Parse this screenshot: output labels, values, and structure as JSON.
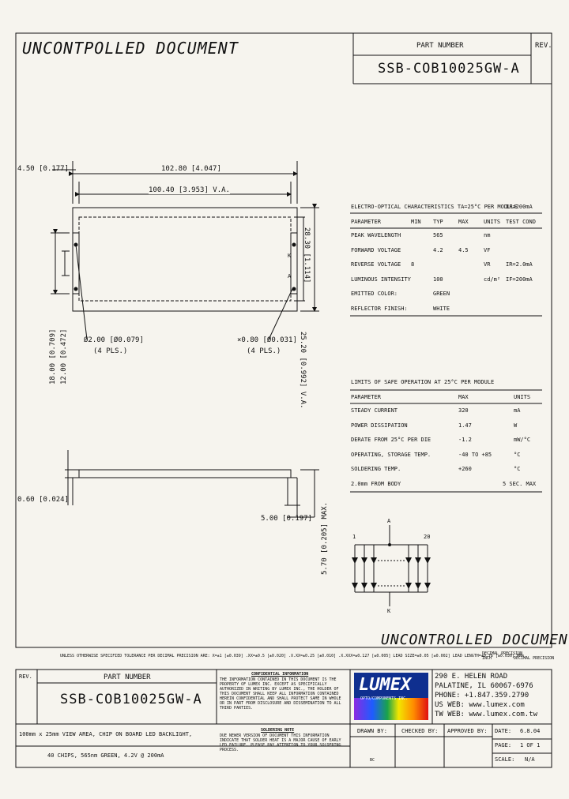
{
  "header": {
    "uncontrolled": "UNCONTPOLLED DOCUMENT",
    "part_number_label": "PART NUMBER",
    "rev_label": "REV.",
    "part_number": "SSB-COB10025GW-A"
  },
  "dims": {
    "overall_width": "102.80 [4.047]",
    "view_width": "100.40 [3.953] V.A.",
    "left_offset": "4.50 [0.177]",
    "inner_height": "28.30 [1.114]",
    "height_total": "18.00 [0.709]",
    "height_inner": "12.00 [0.472]",
    "hole_large": "Ø2.00 [Ø0.079]",
    "hole_large_qty": "(4 PLS.)",
    "hole_small": "×0.80 [Ø0.031]",
    "hole_small_qty": "(4 PLS.)",
    "va_height": "25.20 [0.992] V.A.",
    "thickness": "0.60 [0.024]",
    "pin_length": "5.00 [0.197]",
    "side_max": "5.70 [0.205] MAX.",
    "pin_k": "K",
    "pin_a": "A"
  },
  "schematic": {
    "anode": "A",
    "cathode": "K",
    "start": "1",
    "end": "20"
  },
  "eo_table": {
    "title": "ELECTRO-OPTICAL CHARACTERISTICS TA=25°C PER MODULE",
    "cond": "IF=200mA",
    "headers": [
      "PARAMETER",
      "MIN",
      "TYP",
      "MAX",
      "UNITS",
      "TEST COND"
    ],
    "rows": [
      [
        "PEAK WAVELENGTH",
        "",
        "565",
        "",
        "nm",
        ""
      ],
      [
        "FORWARD VOLTAGE",
        "",
        "4.2",
        "4.5",
        "VF",
        ""
      ],
      [
        "REVERSE VOLTAGE",
        "8",
        "",
        "",
        "VR",
        "IR=2.0mA"
      ],
      [
        "LUMINOUS INTENSITY",
        "",
        "100",
        "",
        "cd/m²",
        "IF=200mA"
      ],
      [
        "EMITTED COLOR:",
        "",
        "GREEN",
        "",
        "",
        ""
      ],
      [
        "REFLECTOR FINISH:",
        "",
        "WHITE",
        "",
        "",
        ""
      ]
    ]
  },
  "limits_table": {
    "title": "LIMITS OF SAFE OPERATION AT 25°C PER MODULE",
    "headers": [
      "PARAMETER",
      "MAX",
      "UNITS"
    ],
    "rows": [
      [
        "STEADY CURRENT",
        "320",
        "mA"
      ],
      [
        "POWER DISSIPATION",
        "1.47",
        "W"
      ],
      [
        "DERATE FROM 25°C PER DIE",
        "-1.2",
        "mW/°C"
      ],
      [
        "OPERATING, STORAGE TEMP.",
        "-40 TO +85",
        "°C"
      ],
      [
        "SOLDERING TEMP.",
        "+260",
        "°C"
      ],
      [
        "2.0mm FROM BODY",
        "",
        "5 SEC. MAX"
      ]
    ]
  },
  "footer": {
    "uncontrolled": "UNCONTROLLED DOCUMENT",
    "tolerance_note": "UNLESS OTHERWISE SPECIFIED TOLERANCE PER DECIMAL PRECISION ARE: X=±1 [±0.039] .XX=±0.5 [±0.020] .X.XX=±0.25 [±0.010] .X.XXX=±0.127 [±0.005] LEAD SIZE=±0.05 [±0.002] LEAD LENGTH=±0.76 [±0.030] MM=",
    "decimal_a": "DECIMAL PRECISION",
    "decimal_b": "INCH",
    "decimal_c": "DECIMAL PRECISION",
    "confidential_title": "CONFIDENTIAL INFORMATION",
    "confidential_text": "THE INFORMATION CONTAINED IN THIS DOCUMENT IS THE PROPERTY OF LUMEX INC. EXCEPT AS SPECIFICALLY AUTHORIZED IN WRITING BY LUMEX INC., THE HOLDER OF THIS DOCUMENT SHALL KEEP ALL INFORMATION CONTAINED HEREIN CONFIDENTIAL AND SHALL PROTECT SAME IN WHOLE OR IN PART FROM DISCLOSURE AND DISSEMINATION TO ALL THIRD PARTIES.",
    "caution_title": "SOLDERING NOTE",
    "caution_text": "DUE NEWER VERSION OF DOCUMENT THIS INFORMATION INDICATE THAT SOLDER HEAT IS A MAJOR CAUSE OF EARLY LED FAILURE. PLEASE PAY ATTENTION TO YOUR SOLDERING PROCESS.",
    "rev_label": "REV.",
    "part_number_label": "PART NUMBER",
    "part_number": "SSB-COB10025GW-A",
    "description_1": "100mm x 25mm VIEW AREA, CHIP ON BOARD LED BACKLIGHT,",
    "description_2": "40 CHIPS, 565nm GREEN, 4.2V @ 200mA",
    "logo": "LUMEX",
    "logo_tag": "OPTO/COMPONENTS INC.",
    "address": [
      "290 E. HELEN ROAD",
      "PALATINE, IL 60067-6976",
      "PHONE: +1.847.359.2790",
      "US WEB: www.lumex.com",
      "TW WEB: www.lumex.com.tw"
    ],
    "drawn_by_label": "DRAWN BY:",
    "drawn_by": "BC",
    "checked_by_label": "CHECKED BY:",
    "approved_by_label": "APPROVED BY:",
    "date_label": "DATE:",
    "date": "6.8.04",
    "page_label": "PAGE:",
    "page": "1 OF 1",
    "scale_label": "SCALE:",
    "scale": "N/A"
  }
}
